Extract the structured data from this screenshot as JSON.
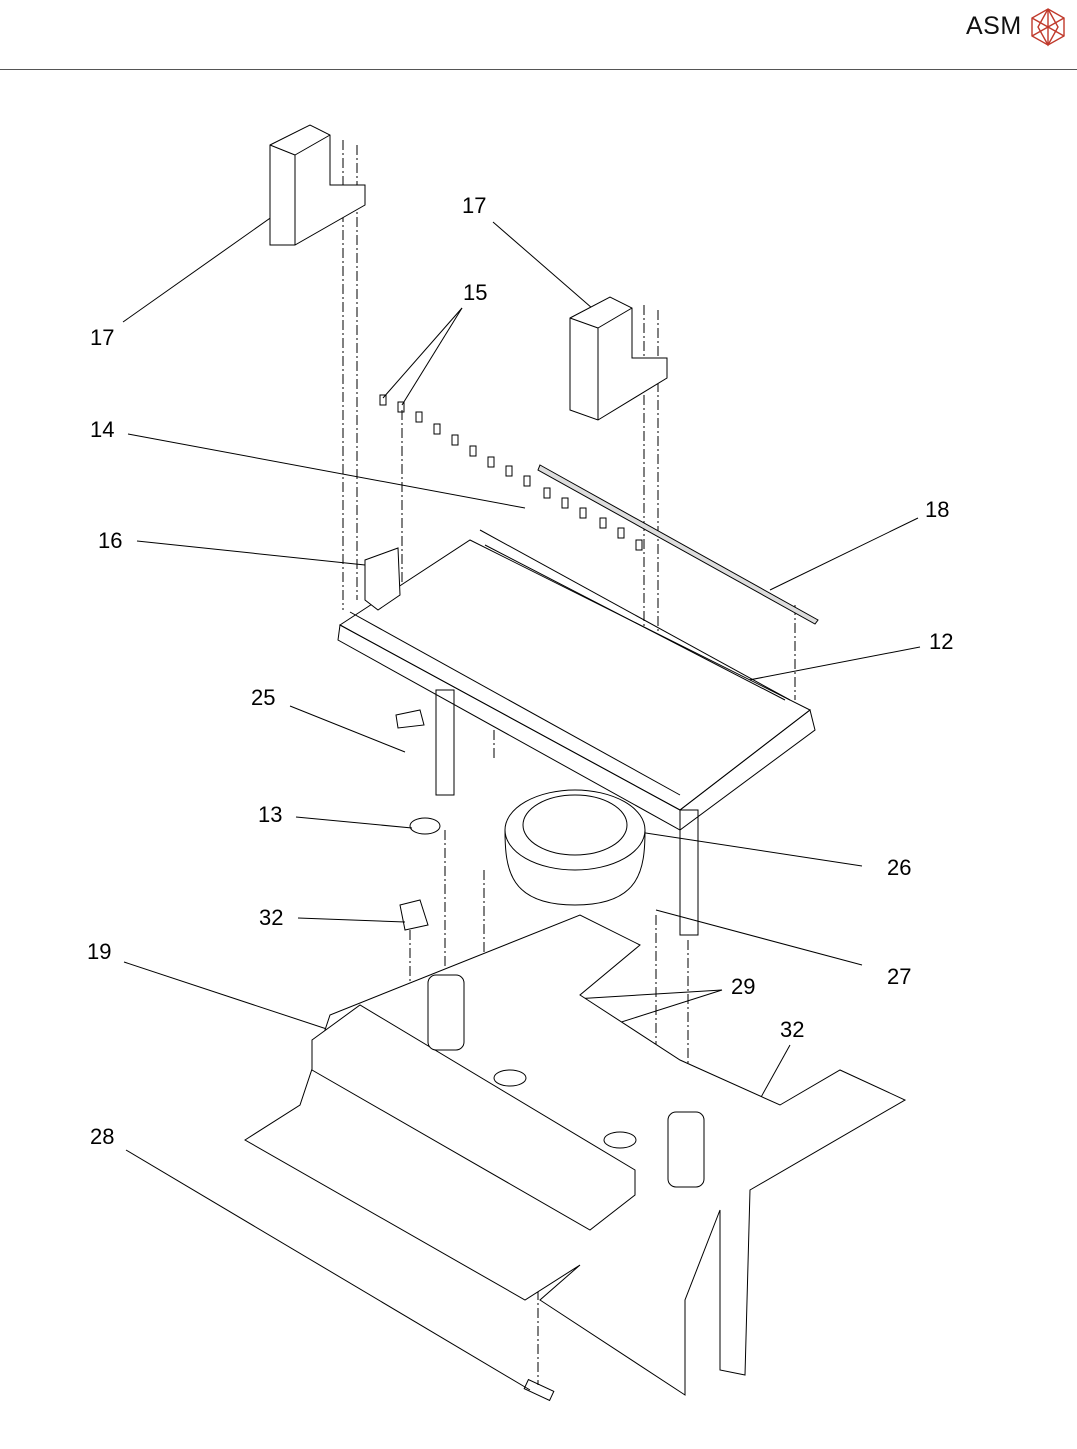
{
  "header": {
    "brand": "ASM",
    "logo_icon": "asm-polyhedron-logo",
    "logo_color": "#c0392b"
  },
  "callouts": [
    {
      "id": "17a",
      "text": "17"
    },
    {
      "id": "17b",
      "text": "17"
    },
    {
      "id": "15",
      "text": "15"
    },
    {
      "id": "14",
      "text": "14"
    },
    {
      "id": "16",
      "text": "16"
    },
    {
      "id": "18",
      "text": "18"
    },
    {
      "id": "12",
      "text": "12"
    },
    {
      "id": "25",
      "text": "25"
    },
    {
      "id": "13",
      "text": "13"
    },
    {
      "id": "26",
      "text": "26"
    },
    {
      "id": "32a",
      "text": "32"
    },
    {
      "id": "27",
      "text": "27"
    },
    {
      "id": "19",
      "text": "19"
    },
    {
      "id": "29",
      "text": "29"
    },
    {
      "id": "32b",
      "text": "32"
    },
    {
      "id": "28",
      "text": "28"
    }
  ]
}
